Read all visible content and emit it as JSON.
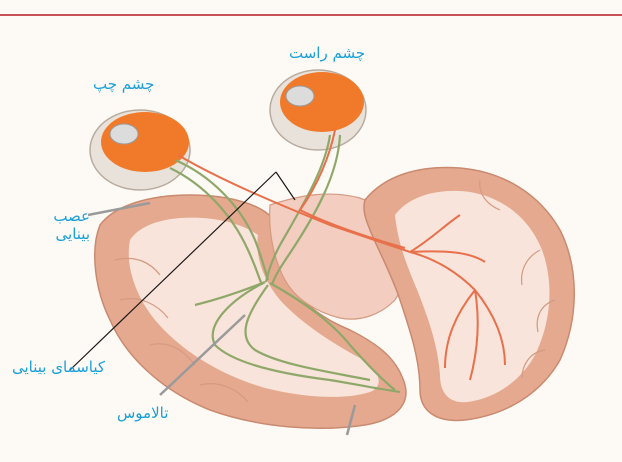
{
  "colors": {
    "label_text": "#1a9fd8",
    "top_rule": "#c9525a",
    "cortex": "#e5a98f",
    "white_matter": "#f8e4da",
    "optic_fibers": "#8fa86a",
    "right_fibers": "#e8704a",
    "eye_orange": "#f07a2a"
  },
  "labels": {
    "right_eye": "چشم راست",
    "left_eye": "چشم چپ",
    "optic_nerve_line1": "عصب",
    "optic_nerve_line2": "بینایی",
    "optic_chiasm": "کیاسمای بینایی",
    "thalamus": "تالاموس"
  }
}
